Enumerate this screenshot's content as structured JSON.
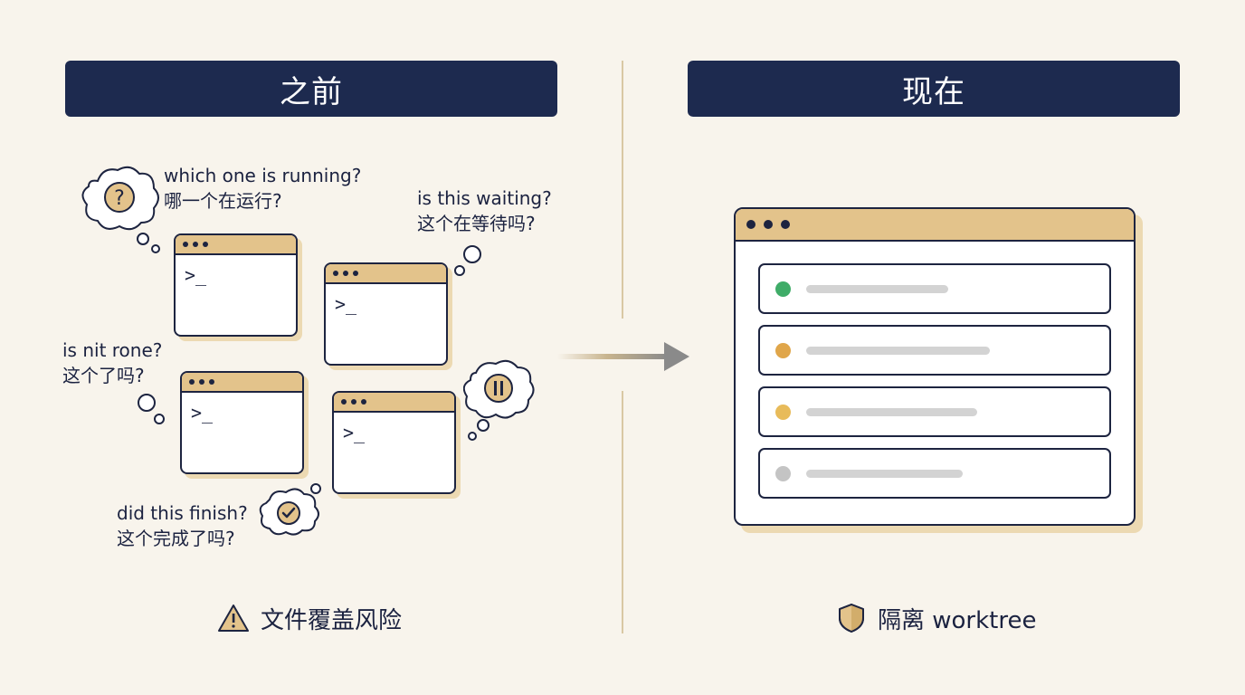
{
  "before": {
    "title": "之前",
    "captions": [
      {
        "en": "which one is running?",
        "zh": "哪一个在运行?"
      },
      {
        "en": "is this waiting?",
        "zh": "这个在等待吗?"
      },
      {
        "en": "is nit rone?",
        "zh": "这个了吗?"
      },
      {
        "en": "did this finish?",
        "zh": "这个完成了吗?"
      }
    ],
    "prompt": ">_",
    "warning_label": "文件覆盖风险",
    "bubble_question_mark": "?"
  },
  "after": {
    "title": "现在",
    "rows": [
      {
        "status_color": "#3fac68",
        "bar_fraction": 0.58
      },
      {
        "status_color": "#e0a64a",
        "bar_fraction": 0.75
      },
      {
        "status_color": "#e8bb5a",
        "bar_fraction": 0.7
      },
      {
        "status_color": "#c4c4c4",
        "bar_fraction": 0.64
      }
    ],
    "isolation_label": "隔离 worktree"
  },
  "colors": {
    "navy": "#1d2a4f",
    "gold": "#e3c38b",
    "background": "#f8f4ec"
  },
  "icons": {
    "warning": "warning-triangle-icon",
    "shield": "shield-icon",
    "question": "question-icon",
    "pause": "pause-icon",
    "check": "check-icon",
    "arrow": "arrow-right-icon"
  }
}
